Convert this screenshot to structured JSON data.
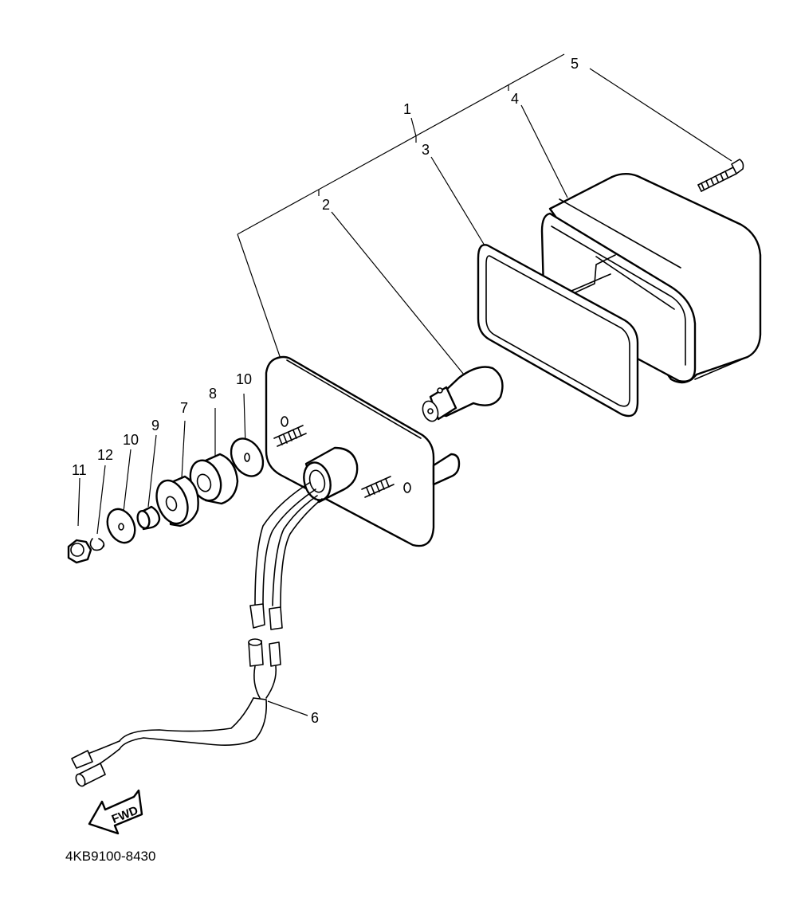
{
  "diagram": {
    "part_code": "4KB9100-8430",
    "direction_label": "FWD",
    "callouts": {
      "c1": "1",
      "c2": "2",
      "c3": "3",
      "c4": "4",
      "c5": "5",
      "c6": "6",
      "c7": "7",
      "c8": "8",
      "c9": "9",
      "c10a": "10",
      "c10b": "10",
      "c11": "11",
      "c12": "12"
    }
  }
}
